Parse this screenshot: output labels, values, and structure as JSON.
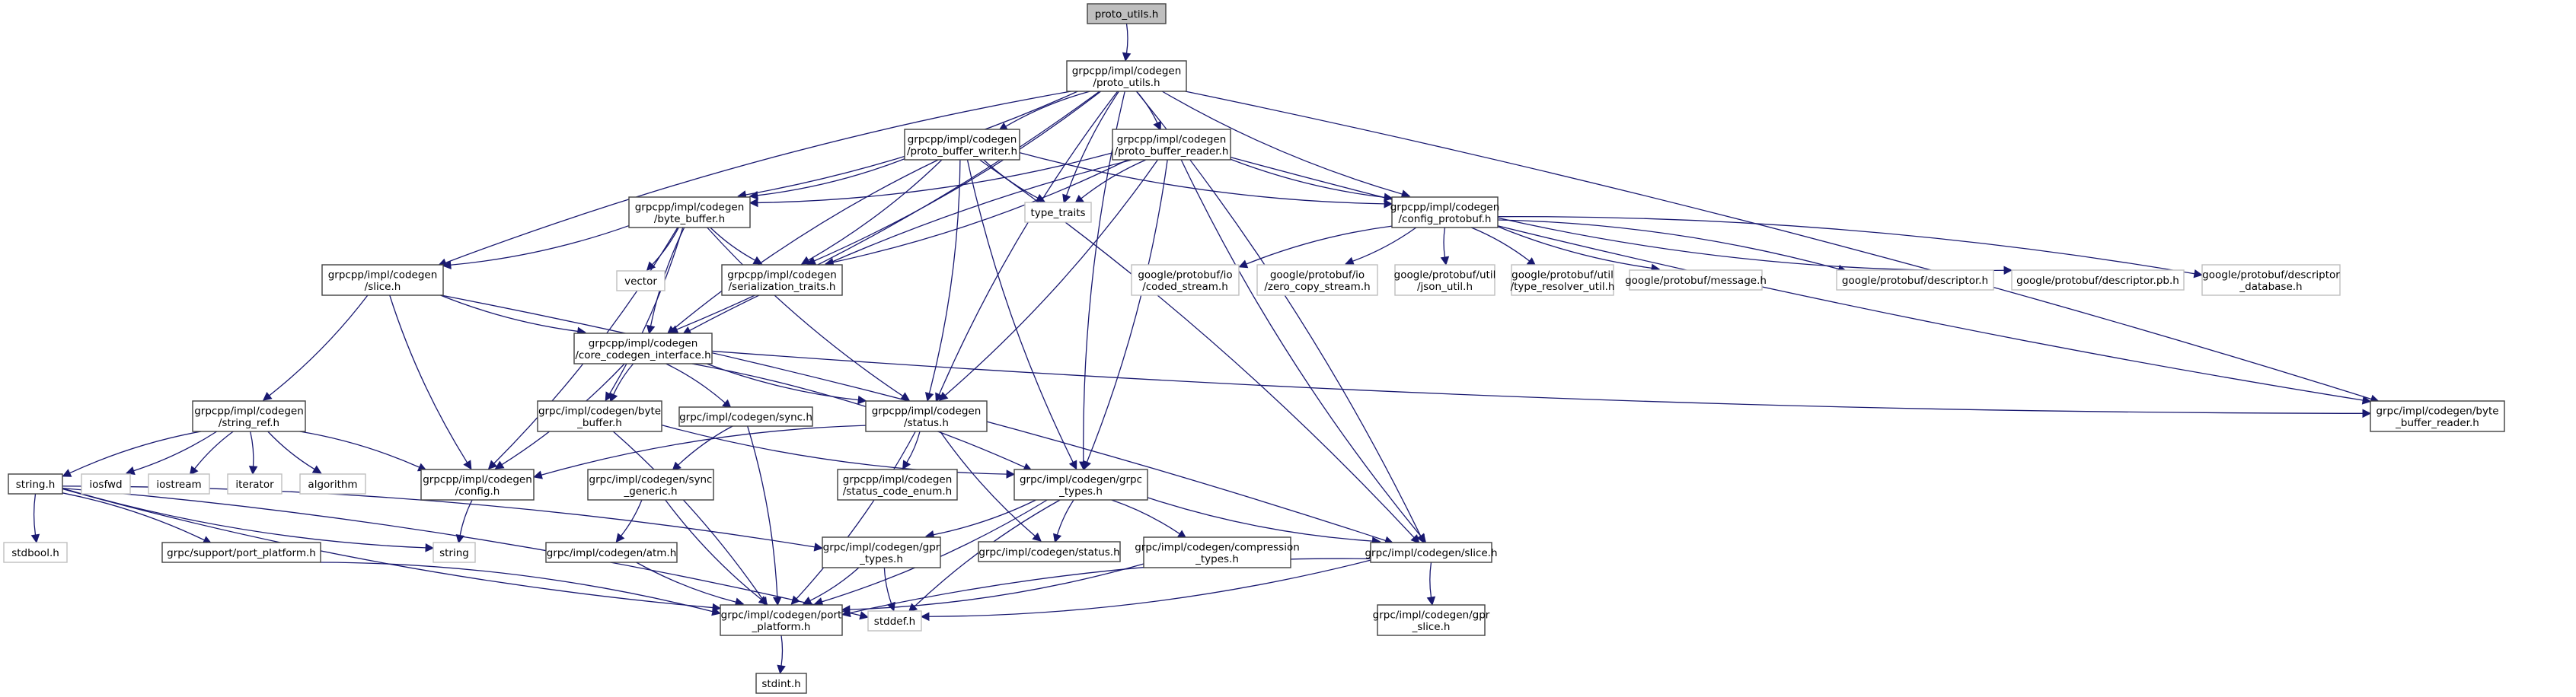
{
  "title": "proto_utils.h include dependency graph",
  "colors": {
    "edge": "#191970",
    "root_fill": "#bfbfbf",
    "local_border": "#404040",
    "system_border": "#bfbfbf"
  },
  "nodes": [
    {
      "id": "root",
      "kind": "root",
      "lines": [
        "proto_utils.h"
      ]
    },
    {
      "id": "proto_utils",
      "kind": "local",
      "lines": [
        "grpcpp/impl/codegen",
        "/proto_utils.h"
      ]
    },
    {
      "id": "pb_writer",
      "kind": "local",
      "lines": [
        "grpcpp/impl/codegen",
        "/proto_buffer_writer.h"
      ]
    },
    {
      "id": "pb_reader",
      "kind": "local",
      "lines": [
        "grpcpp/impl/codegen",
        "/proto_buffer_reader.h"
      ]
    },
    {
      "id": "type_traits",
      "kind": "sys",
      "lines": [
        "type_traits"
      ]
    },
    {
      "id": "byte_buffer",
      "kind": "local",
      "lines": [
        "grpcpp/impl/codegen",
        "/byte_buffer.h"
      ]
    },
    {
      "id": "config_protobuf",
      "kind": "local",
      "lines": [
        "grpcpp/impl/codegen",
        "/config_protobuf.h"
      ]
    },
    {
      "id": "vector",
      "kind": "sys",
      "lines": [
        "vector"
      ]
    },
    {
      "id": "serialization",
      "kind": "local",
      "lines": [
        "grpcpp/impl/codegen",
        "/serialization_traits.h"
      ]
    },
    {
      "id": "cpp_slice",
      "kind": "local",
      "lines": [
        "grpcpp/impl/codegen",
        "/slice.h"
      ]
    },
    {
      "id": "coded_stream",
      "kind": "sys",
      "lines": [
        "google/protobuf/io",
        "/coded_stream.h"
      ]
    },
    {
      "id": "zero_copy",
      "kind": "sys",
      "lines": [
        "google/protobuf/io",
        "/zero_copy_stream.h"
      ]
    },
    {
      "id": "json_util",
      "kind": "sys",
      "lines": [
        "google/protobuf/util",
        "/json_util.h"
      ]
    },
    {
      "id": "type_resolver",
      "kind": "sys",
      "lines": [
        "google/protobuf/util",
        "/type_resolver_util.h"
      ]
    },
    {
      "id": "message",
      "kind": "sys",
      "lines": [
        "google/protobuf/message.h"
      ]
    },
    {
      "id": "descriptor",
      "kind": "sys",
      "lines": [
        "google/protobuf/descriptor.h"
      ]
    },
    {
      "id": "descriptor_pb",
      "kind": "sys",
      "lines": [
        "google/protobuf/descriptor.pb.h"
      ]
    },
    {
      "id": "descriptor_db",
      "kind": "sys",
      "lines": [
        "google/protobuf/descriptor",
        "_database.h"
      ]
    },
    {
      "id": "core_codegen_if",
      "kind": "local",
      "lines": [
        "grpcpp/impl/codegen",
        "/core_codegen_interface.h"
      ]
    },
    {
      "id": "string_ref",
      "kind": "local",
      "lines": [
        "grpcpp/impl/codegen",
        "/string_ref.h"
      ]
    },
    {
      "id": "c_byte_buffer",
      "kind": "local",
      "lines": [
        "grpc/impl/codegen/byte",
        "_buffer.h"
      ]
    },
    {
      "id": "sync",
      "kind": "local",
      "lines": [
        "grpc/impl/codegen/sync.h"
      ]
    },
    {
      "id": "cpp_status",
      "kind": "local",
      "lines": [
        "grpcpp/impl/codegen",
        "/status.h"
      ]
    },
    {
      "id": "bb_reader",
      "kind": "local",
      "lines": [
        "grpc/impl/codegen/byte",
        "_buffer_reader.h"
      ]
    },
    {
      "id": "string_h",
      "kind": "local",
      "lines": [
        "string.h"
      ]
    },
    {
      "id": "iosfwd",
      "kind": "sys",
      "lines": [
        "iosfwd"
      ]
    },
    {
      "id": "iostream",
      "kind": "sys",
      "lines": [
        "iostream"
      ]
    },
    {
      "id": "iterator",
      "kind": "sys",
      "lines": [
        "iterator"
      ]
    },
    {
      "id": "algorithm",
      "kind": "sys",
      "lines": [
        "algorithm"
      ]
    },
    {
      "id": "config",
      "kind": "local",
      "lines": [
        "grpcpp/impl/codegen",
        "/config.h"
      ]
    },
    {
      "id": "sync_generic",
      "kind": "local",
      "lines": [
        "grpc/impl/codegen/sync",
        "_generic.h"
      ]
    },
    {
      "id": "status_code_enum",
      "kind": "local",
      "lines": [
        "grpcpp/impl/codegen",
        "/status_code_enum.h"
      ]
    },
    {
      "id": "grpc_types",
      "kind": "local",
      "lines": [
        "grpc/impl/codegen/grpc",
        "_types.h"
      ]
    },
    {
      "id": "stdbool",
      "kind": "sys",
      "lines": [
        "stdbool.h"
      ]
    },
    {
      "id": "port_platform_support",
      "kind": "local",
      "lines": [
        "grpc/support/port_platform.h"
      ]
    },
    {
      "id": "string",
      "kind": "sys",
      "lines": [
        "string"
      ]
    },
    {
      "id": "atm",
      "kind": "local",
      "lines": [
        "grpc/impl/codegen/atm.h"
      ]
    },
    {
      "id": "gpr_types",
      "kind": "local",
      "lines": [
        "grpc/impl/codegen/gpr",
        "_types.h"
      ]
    },
    {
      "id": "c_status",
      "kind": "local",
      "lines": [
        "grpc/impl/codegen/status.h"
      ]
    },
    {
      "id": "compression_types",
      "kind": "local",
      "lines": [
        "grpc/impl/codegen/compression",
        "_types.h"
      ]
    },
    {
      "id": "c_slice",
      "kind": "local",
      "lines": [
        "grpc/impl/codegen/slice.h"
      ]
    },
    {
      "id": "port_platform",
      "kind": "local",
      "lines": [
        "grpc/impl/codegen/port",
        "_platform.h"
      ]
    },
    {
      "id": "stddef",
      "kind": "sys",
      "lines": [
        "stddef.h"
      ]
    },
    {
      "id": "gpr_slice",
      "kind": "local",
      "lines": [
        "grpc/impl/codegen/gpr",
        "_slice.h"
      ]
    },
    {
      "id": "stdint",
      "kind": "local",
      "lines": [
        "stdint.h"
      ]
    }
  ],
  "edges": [
    [
      "root",
      "proto_utils"
    ],
    [
      "proto_utils",
      "pb_writer"
    ],
    [
      "proto_utils",
      "pb_reader"
    ],
    [
      "proto_utils",
      "type_traits"
    ],
    [
      "proto_utils",
      "byte_buffer"
    ],
    [
      "proto_utils",
      "config_protobuf"
    ],
    [
      "proto_utils",
      "serialization"
    ],
    [
      "proto_utils",
      "cpp_slice"
    ],
    [
      "proto_utils",
      "core_codegen_if"
    ],
    [
      "proto_utils",
      "cpp_status"
    ],
    [
      "proto_utils",
      "bb_reader"
    ],
    [
      "proto_utils",
      "grpc_types"
    ],
    [
      "proto_utils",
      "c_slice"
    ],
    [
      "pb_writer",
      "type_traits"
    ],
    [
      "pb_writer",
      "byte_buffer"
    ],
    [
      "pb_writer",
      "config_protobuf"
    ],
    [
      "pb_writer",
      "serialization"
    ],
    [
      "pb_writer",
      "core_codegen_if"
    ],
    [
      "pb_writer",
      "cpp_status"
    ],
    [
      "pb_writer",
      "grpc_types"
    ],
    [
      "pb_writer",
      "c_slice"
    ],
    [
      "pb_reader",
      "type_traits"
    ],
    [
      "pb_reader",
      "byte_buffer"
    ],
    [
      "pb_reader",
      "config_protobuf"
    ],
    [
      "pb_reader",
      "serialization"
    ],
    [
      "pb_reader",
      "core_codegen_if"
    ],
    [
      "pb_reader",
      "cpp_status"
    ],
    [
      "pb_reader",
      "bb_reader"
    ],
    [
      "pb_reader",
      "grpc_types"
    ],
    [
      "pb_reader",
      "c_slice"
    ],
    [
      "byte_buffer",
      "vector"
    ],
    [
      "byte_buffer",
      "serialization"
    ],
    [
      "byte_buffer",
      "cpp_slice"
    ],
    [
      "byte_buffer",
      "core_codegen_if"
    ],
    [
      "byte_buffer",
      "c_byte_buffer"
    ],
    [
      "byte_buffer",
      "cpp_status"
    ],
    [
      "byte_buffer",
      "config"
    ],
    [
      "config_protobuf",
      "coded_stream"
    ],
    [
      "config_protobuf",
      "zero_copy"
    ],
    [
      "config_protobuf",
      "json_util"
    ],
    [
      "config_protobuf",
      "type_resolver"
    ],
    [
      "config_protobuf",
      "message"
    ],
    [
      "config_protobuf",
      "descriptor"
    ],
    [
      "config_protobuf",
      "descriptor_pb"
    ],
    [
      "config_protobuf",
      "descriptor_db"
    ],
    [
      "cpp_slice",
      "core_codegen_if"
    ],
    [
      "cpp_slice",
      "string_ref"
    ],
    [
      "cpp_slice",
      "config"
    ],
    [
      "cpp_slice",
      "c_slice"
    ],
    [
      "core_codegen_if",
      "c_byte_buffer"
    ],
    [
      "core_codegen_if",
      "sync"
    ],
    [
      "core_codegen_if",
      "cpp_status"
    ],
    [
      "core_codegen_if",
      "config"
    ],
    [
      "core_codegen_if",
      "bb_reader"
    ],
    [
      "core_codegen_if",
      "grpc_types"
    ],
    [
      "string_ref",
      "string_h"
    ],
    [
      "string_ref",
      "iosfwd"
    ],
    [
      "string_ref",
      "iostream"
    ],
    [
      "string_ref",
      "iterator"
    ],
    [
      "string_ref",
      "algorithm"
    ],
    [
      "string_ref",
      "config"
    ],
    [
      "c_byte_buffer",
      "grpc_types"
    ],
    [
      "c_byte_buffer",
      "port_platform"
    ],
    [
      "sync",
      "sync_generic"
    ],
    [
      "sync",
      "port_platform"
    ],
    [
      "cpp_status",
      "config"
    ],
    [
      "cpp_status",
      "status_code_enum"
    ],
    [
      "cpp_status",
      "c_status"
    ],
    [
      "cpp_status",
      "port_platform"
    ],
    [
      "string_h",
      "stdbool"
    ],
    [
      "string_h",
      "port_platform_support"
    ],
    [
      "string_h",
      "string"
    ],
    [
      "string_h",
      "gpr_types"
    ],
    [
      "string_h",
      "port_platform"
    ],
    [
      "string_h",
      "stddef"
    ],
    [
      "config",
      "string"
    ],
    [
      "sync_generic",
      "atm"
    ],
    [
      "sync_generic",
      "port_platform"
    ],
    [
      "grpc_types",
      "gpr_types"
    ],
    [
      "grpc_types",
      "c_status"
    ],
    [
      "grpc_types",
      "compression_types"
    ],
    [
      "grpc_types",
      "c_slice"
    ],
    [
      "grpc_types",
      "port_platform"
    ],
    [
      "grpc_types",
      "stddef"
    ],
    [
      "port_platform_support",
      "port_platform"
    ],
    [
      "atm",
      "port_platform"
    ],
    [
      "gpr_types",
      "port_platform"
    ],
    [
      "gpr_types",
      "stddef"
    ],
    [
      "compression_types",
      "port_platform"
    ],
    [
      "c_slice",
      "port_platform"
    ],
    [
      "c_slice",
      "stddef"
    ],
    [
      "c_slice",
      "gpr_slice"
    ],
    [
      "port_platform",
      "stdint"
    ]
  ]
}
